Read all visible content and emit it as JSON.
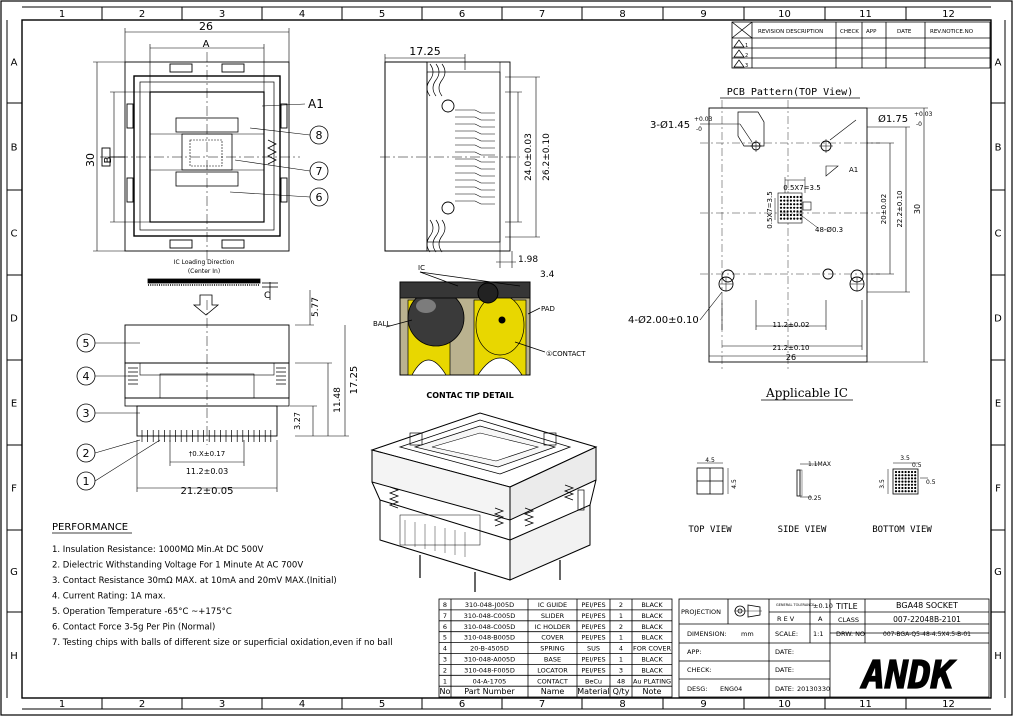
{
  "grid": {
    "cols": [
      "1",
      "2",
      "3",
      "4",
      "5",
      "6",
      "7",
      "8",
      "9",
      "10",
      "11",
      "12"
    ],
    "rows": [
      "A",
      "B",
      "C",
      "D",
      "E",
      "F",
      "G",
      "H"
    ]
  },
  "revision_table": {
    "headers": [
      "REVISION DESCRIPTION",
      "CHECK",
      "APP",
      "DATE",
      "REV.NOTICE.NO"
    ],
    "rev_marks": [
      "1",
      "2",
      "3"
    ]
  },
  "top_view": {
    "dim_26": "26",
    "dim_A": "A",
    "dim_30": "30",
    "dim_B": "B",
    "label_A1": "A1",
    "callouts": [
      "8",
      "7",
      "6"
    ]
  },
  "side_view": {
    "dim_1725": "17.25",
    "dim_24": "24.0±0.03",
    "dim_262": "26.2±0.10",
    "dim_198": "1.98",
    "dim_34": "3.4"
  },
  "ic_loading": {
    "line1": "IC Loading Direction",
    "line2": "(Center In)",
    "dim_C": "C"
  },
  "front_view": {
    "dim_577": "5.77",
    "dim_1148": "11.48",
    "dim_1725": "17.25",
    "dim_327": "3.27",
    "dim_pitch": "†0.X±0.17",
    "dim_112": "11.2±0.03",
    "dim_212": "21.2±0.05",
    "callouts": [
      "5",
      "4",
      "3",
      "2",
      "1"
    ]
  },
  "contact_detail": {
    "label_ic": "IC",
    "label_ball": "BALL",
    "label_pad": "PAD",
    "label_contact": "①CONTACT",
    "caption": "CONTAC TIP DETAIL"
  },
  "pcb": {
    "title": "PCB Pattern(TOP View)",
    "hole_small": "3-Ø1.45",
    "hole_small_tol": "+0.03",
    "hole_small_tol2": "-0",
    "hole_ref": "Ø1.75",
    "hole_ref_tol": "+0.03",
    "hole_ref_tol2": "-0",
    "hole_large": "4-Ø2.00±0.10",
    "label_a1": "A1",
    "dim_05x7": "0.5X7=3.5",
    "dim_05x7v": "0.5X7=3.5",
    "dim_48": "48-Ø0.3",
    "dim_20": "20±0.02",
    "dim_222": "22.2±0.10",
    "dim_30": "30",
    "dim_112": "11.2±0.02",
    "dim_212": "21.2±0.10",
    "dim_26": "26"
  },
  "applicable_ic": {
    "title": "Applicable IC",
    "top_dim1": "4.5",
    "top_dim2": "4.5",
    "side_dim1": "1.1MAX",
    "side_dim2": "0.25",
    "bottom_dim1": "3.5",
    "bottom_dim2": "0.5",
    "bottom_dim3": "3.5",
    "bottom_dim4": "0.5",
    "views": [
      "TOP VIEW",
      "SIDE VIEW",
      "BOTTOM VIEW"
    ]
  },
  "performance": {
    "title": "PERFORMANCE",
    "items": [
      "1. Insulation Resistance: 1000MΩ Min.At DC 500V",
      "2. Dielectric Withstanding Voltage For 1 Minute At AC 700V",
      "3. Contact Resistance 30mΩ MAX. at 10mA and 20mV MAX.(Initial)",
      "4. Current Rating: 1A max.",
      "5. Operation Temperature -65°C ~+175°C",
      "6. Contact Force 3-5g Per Pin (Normal)",
      "7. Testing chips with balls of different size or superficial oxidation,even if no ball"
    ]
  },
  "bom": {
    "rows": [
      [
        "8",
        "310-048-J005D",
        "IC GUIDE",
        "PEI/PES",
        "2",
        "BLACK"
      ],
      [
        "7",
        "310-048-C005D",
        "SLIDER",
        "PEI/PES",
        "1",
        "BLACK"
      ],
      [
        "6",
        "310-048-C005D",
        "IC HOLDER",
        "PEI/PES",
        "2",
        "BLACK"
      ],
      [
        "5",
        "310-048-B005D",
        "COVER",
        "PEI/PES",
        "1",
        "BLACK"
      ],
      [
        "4",
        "20-B-4505D",
        "SPRING",
        "SUS",
        "4",
        "FOR COVER"
      ],
      [
        "3",
        "310-048-A005D",
        "BASE",
        "PEI/PES",
        "1",
        "BLACK"
      ],
      [
        "2",
        "310-048-F005D",
        "LOCATOR",
        "PEI/PES",
        "3",
        "BLACK"
      ],
      [
        "1",
        "04-A-1705",
        "CONTACT",
        "BeCu",
        "48",
        "Au PLATING"
      ]
    ],
    "headers": [
      "No",
      "Part Number",
      "Name",
      "Material",
      "Q/ty",
      "Note"
    ]
  },
  "title_block": {
    "projection": "PROJECTION",
    "general_tol": "GENERAL TOLERANCE",
    "tol_val": "±0.10",
    "title_label": "TITLE",
    "title_val": "BGA48 SOCKET",
    "rev_label": "R E V",
    "rev_val": "A",
    "class_label": "CLASS",
    "class_val": "007-22048B-2101",
    "dim_label": "DIMENSION:",
    "dim_val": "mm",
    "scale_label": "SCALE:",
    "scale_val": "1:1",
    "dwg_label": "DRW. NO",
    "dwg_val": "007-BGA-Q5-48-4.5X4.5-B-01",
    "app_label": "APP:",
    "check_label": "CHECK:",
    "desg_label": "DESG:",
    "desg_val": "ENG04",
    "date_label": "DATE:",
    "date_val": "20130330",
    "logo": "ANDK"
  }
}
